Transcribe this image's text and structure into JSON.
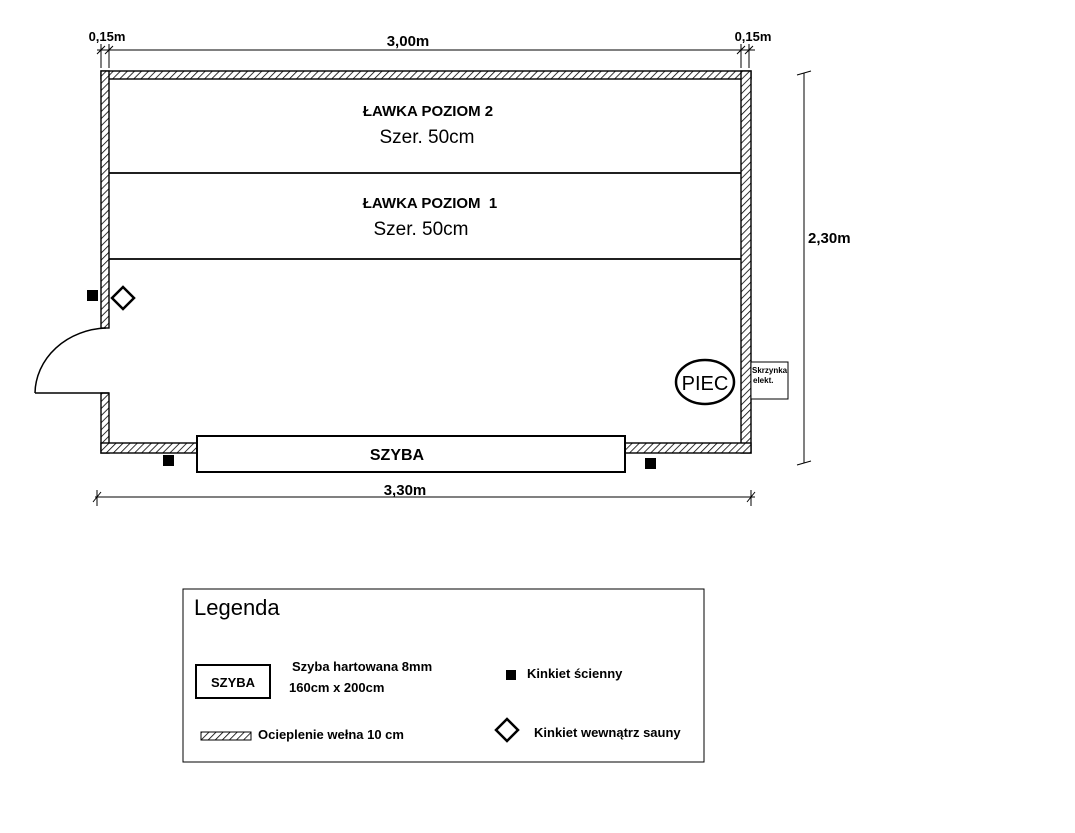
{
  "dimensions": {
    "wall_left": "0,15m",
    "interior_width": "3,00m",
    "wall_right": "0,15m",
    "total_width": "3,30m",
    "height": "2,30m"
  },
  "benches": {
    "level2_title": "ŁAWKA POZIOM 2",
    "level2_width": "Szer. 50cm",
    "level1_title": "ŁAWKA POZIOM  1",
    "level1_width": "Szer. 50cm"
  },
  "stove_label": "PIEC",
  "electrical_box_label": [
    "Skrzynka",
    "elekt."
  ],
  "glass_label": "SZYBA",
  "legend": {
    "title": "Legenda",
    "glass_symbol_label": "SZYBA",
    "glass_desc_line1": "Szyba hartowana 8mm",
    "glass_desc_line2": "160cm x 200cm",
    "insulation_desc": "Ocieplenie wełna 10 cm",
    "wall_light_desc": "Kinkiet ścienny",
    "inside_light_desc": "Kinkiet wewnątrz sauny"
  },
  "colors": {
    "line": "#000000",
    "background": "#ffffff"
  }
}
